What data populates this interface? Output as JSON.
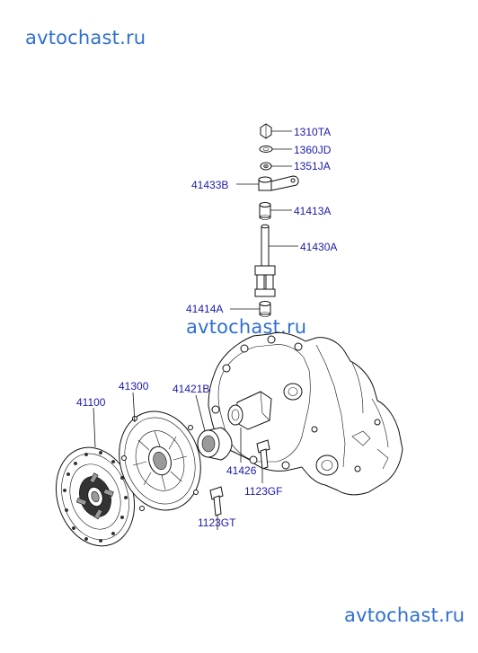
{
  "watermarks": {
    "top": "avtochast.ru",
    "middle": "avtochast.ru",
    "bottom": "avtochast.ru"
  },
  "part_labels": {
    "p1310TA": "1310TA",
    "p1360JD": "1360JD",
    "p1351JA": "1351JA",
    "p41433B": "41433B",
    "p41413A": "41413A",
    "p41430A": "41430A",
    "p41414A": "41414A",
    "p41300": "41300",
    "p41421B": "41421B",
    "p41100": "41100",
    "p41426": "41426",
    "p1123GF": "1123GF",
    "p1123GT": "1123GT"
  },
  "colors": {
    "watermark": "#2f6fd0",
    "label": "#1a1aa8",
    "line": "#111111"
  }
}
